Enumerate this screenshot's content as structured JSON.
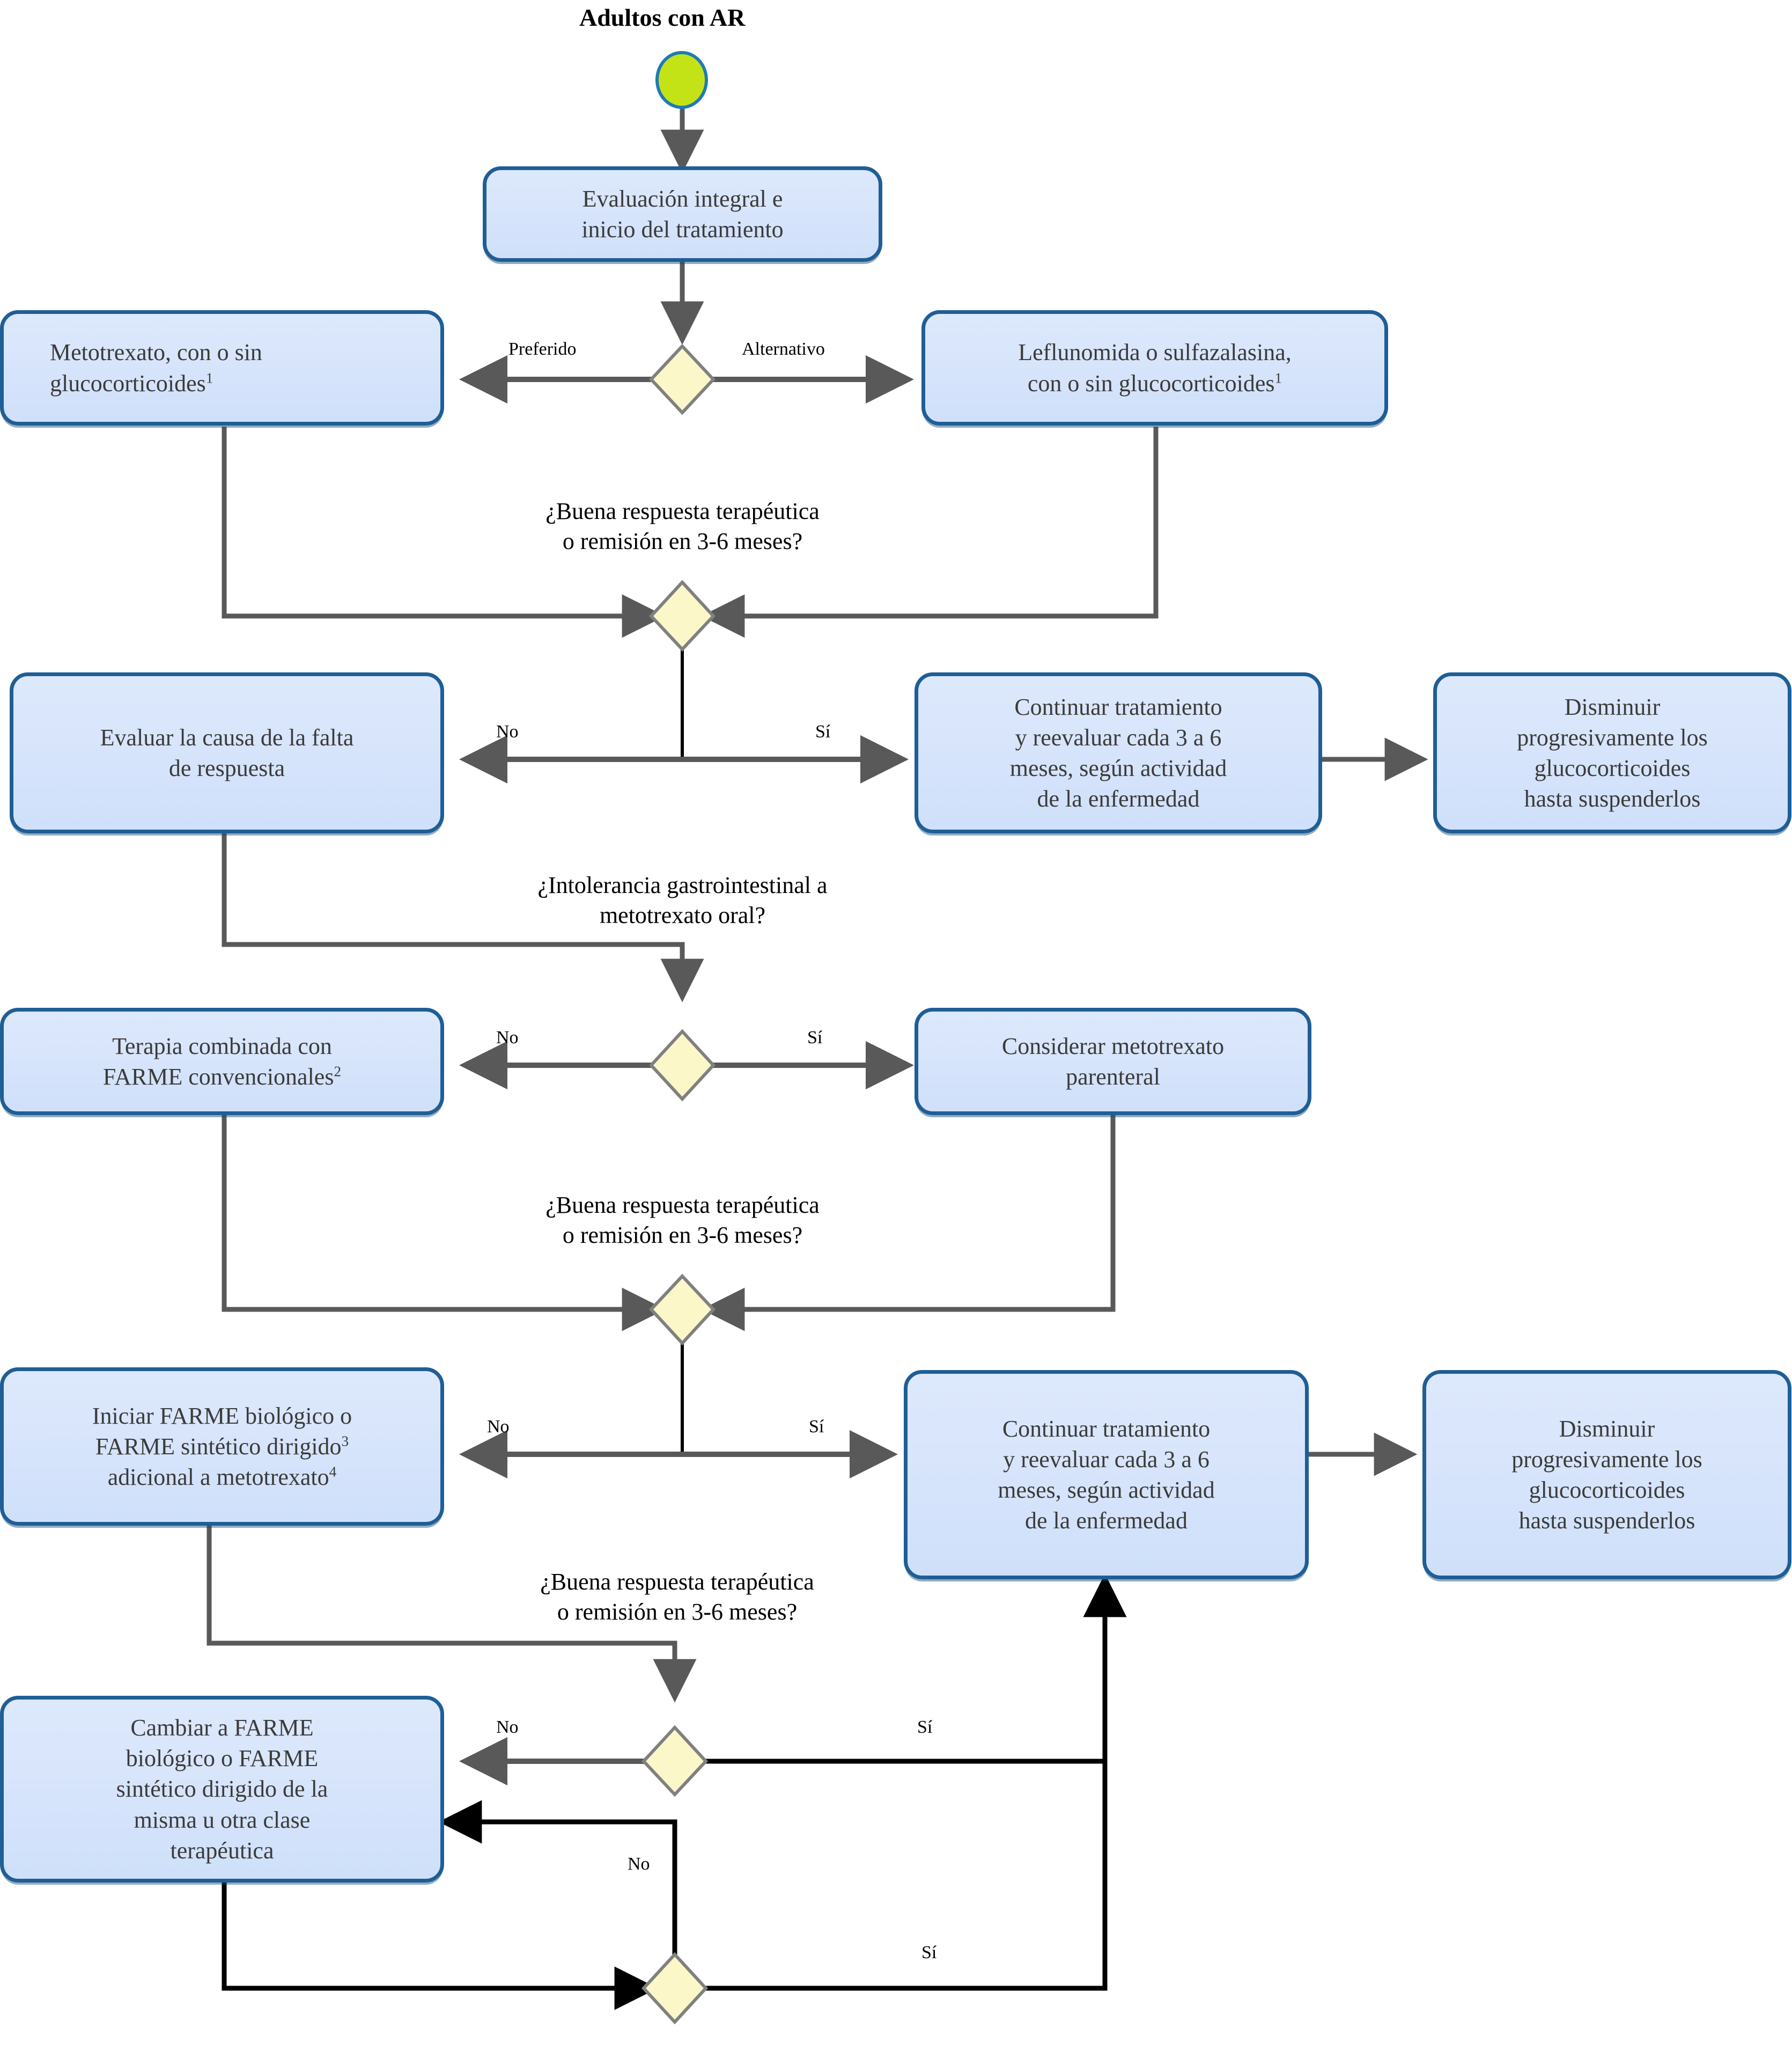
{
  "diagram": {
    "title": "Adultos con AR",
    "colors": {
      "node_fill": "#d9e6fb",
      "node_border": "#1f5e96",
      "decision_fill": "#fbf7c9",
      "decision_border": "#808080",
      "start_fill": "#c3e316",
      "start_border": "#1f7ab5",
      "arrow_gray": "#595959",
      "arrow_black": "#000000"
    }
  },
  "nodes": {
    "start": {
      "label": ""
    },
    "n1": {
      "line1": "Evaluación integral e",
      "line2": "inicio del tratamiento"
    },
    "n2": {
      "line1": "Metotrexato, con o sin",
      "line2": "glucocorticoides",
      "sup": "1"
    },
    "n3": {
      "line1": "Leflunomida o sulfazalasina,",
      "line2": "con o sin glucocorticoides",
      "sup": "1"
    },
    "n4": {
      "line1": "Evaluar la causa de la falta",
      "line2": "de respuesta"
    },
    "n5": {
      "line1": "Continuar tratamiento",
      "line2": "y reevaluar cada 3 a 6",
      "line3": "meses, según actividad",
      "line4": "de la enfermedad"
    },
    "n6": {
      "line1": "Disminuir",
      "line2": "progresivamente los",
      "line3": "glucocorticoides",
      "line4": "hasta suspenderlos"
    },
    "n7": {
      "line1": "Terapia combinada con",
      "line2": "FARME convencionales",
      "sup": "2"
    },
    "n8": {
      "line1": "Considerar metotrexato",
      "line2": "parenteral"
    },
    "n9": {
      "line1": "Iniciar FARME biológico o",
      "line2": "FARME sintético dirigido",
      "sup2": "3",
      "line3": "adicional a metotrexato",
      "sup3": "4"
    },
    "n10": {
      "line1": "Continuar tratamiento",
      "line2": "y reevaluar cada 3 a 6",
      "line3": "meses, según actividad",
      "line4": "de la enfermedad"
    },
    "n11": {
      "line1": "Disminuir",
      "line2": "progresivamente los",
      "line3": "glucocorticoides",
      "line4": "hasta suspenderlos"
    },
    "n12": {
      "line1": "Cambiar a FARME",
      "line2": "biológico o FARME",
      "line3": "sintético dirigido de la",
      "line4": "misma u otra clase",
      "line5": "terapéutica"
    }
  },
  "questions": {
    "q1": {
      "line1": "¿Buena respuesta terapéutica",
      "line2": "o remisión en 3-6 meses?"
    },
    "q2": {
      "line1": "¿Intolerancia gastrointestinal a",
      "line2": "metotrexato oral?"
    },
    "q3": {
      "line1": "¿Buena respuesta terapéutica",
      "line2": "o remisión en 3-6 meses?"
    },
    "q4": {
      "line1": "¿Buena respuesta terapéutica",
      "line2": "o remisión en 3-6 meses?"
    }
  },
  "edge_labels": {
    "preferido": "Preferido",
    "alternativo": "Alternativo",
    "no1": "No",
    "si1": "Sí",
    "no2": "No",
    "si2": "Sí",
    "no3": "No",
    "si3": "Sí",
    "no4": "No",
    "si4": "Sí",
    "no5": "No",
    "si5": "Sí"
  }
}
